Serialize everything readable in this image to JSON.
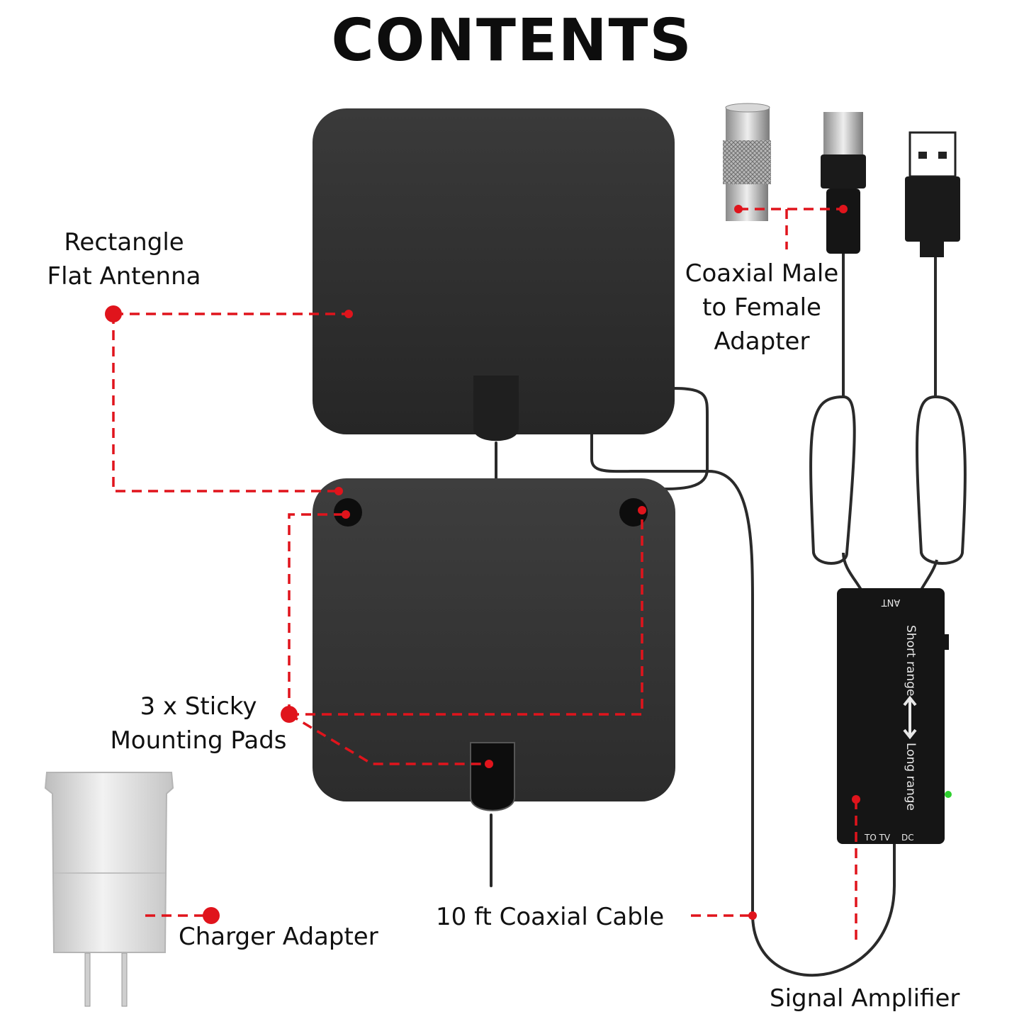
{
  "title": "CONTENTS",
  "labels": {
    "antenna": [
      "Rectangle",
      "Flat Antenna"
    ],
    "adapter": [
      "Coaxial Male",
      "to Female",
      "Adapter"
    ],
    "pads": [
      "3 x Sticky",
      "Mounting Pads"
    ],
    "charger": "Charger Adapter",
    "cable": "10 ft Coaxial Cable",
    "amplifier": "Signal Amplifier"
  },
  "amplifier_markings": {
    "ant": "ANT",
    "short_range": "Short range",
    "long_range": "Long range",
    "to_tv": "TO TV",
    "dc": "DC"
  },
  "colors": {
    "callout": "#e0141c",
    "antenna": "#2e2e2e",
    "amplifier": "#151515",
    "charger": "#d6d6d6",
    "led": "#2fd02f"
  }
}
